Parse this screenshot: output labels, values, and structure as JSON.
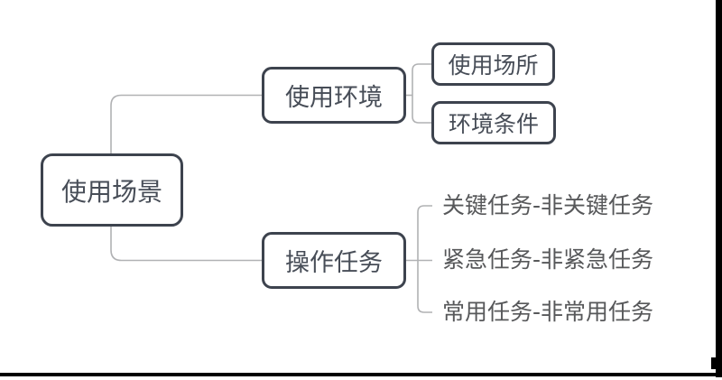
{
  "diagram": {
    "type": "mind-map-tree",
    "root": {
      "label": "使用场景"
    },
    "branches": [
      {
        "label": "使用环境",
        "children": [
          {
            "label": "使用场所",
            "boxed": true
          },
          {
            "label": "环境条件",
            "boxed": true
          }
        ]
      },
      {
        "label": "操作任务",
        "children": [
          {
            "label": "关键任务-非关键任务",
            "boxed": false
          },
          {
            "label": "紧急任务-非紧急任务",
            "boxed": false
          },
          {
            "label": "常用任务-非常用任务",
            "boxed": false
          }
        ]
      }
    ],
    "colors": {
      "node_border": "#3d434e",
      "node_text": "#474d57",
      "item_text": "#57585a",
      "connector_line": "#b1b2b4",
      "frame": "#000000",
      "background": "#ffffff"
    }
  }
}
